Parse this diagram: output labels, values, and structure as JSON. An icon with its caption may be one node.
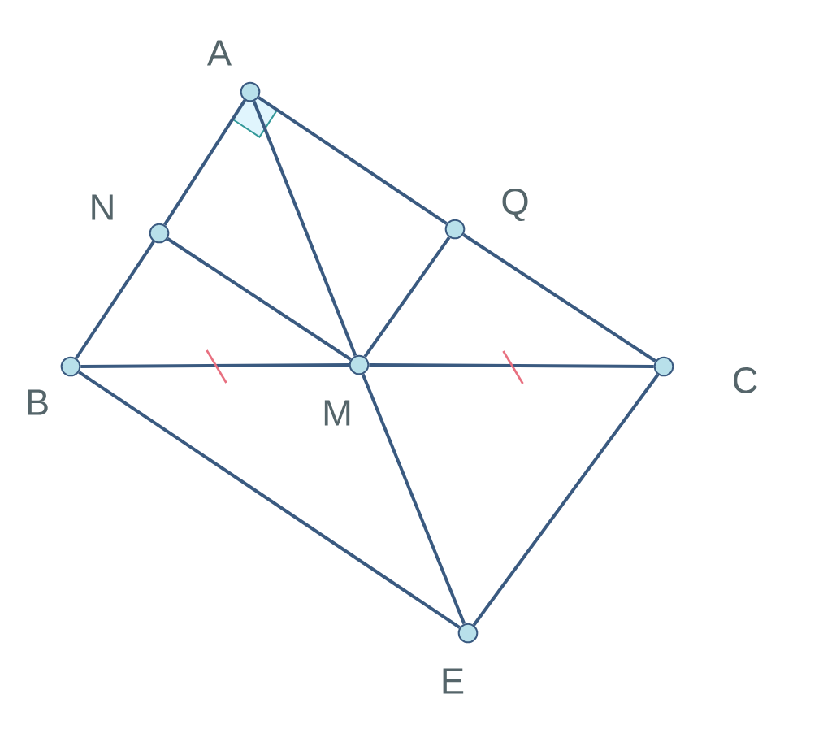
{
  "diagram": {
    "nodes": [
      {
        "text": [],
        "shape": "circle",
        "beside": [
          "A"
        ]
      },
      {
        "text": [],
        "shape": "circle",
        "beside": [
          "N"
        ]
      },
      {
        "text": [],
        "shape": "circle",
        "beside": [
          "Q"
        ]
      },
      {
        "text": [],
        "shape": "circle",
        "beside": [
          "B"
        ]
      },
      {
        "text": [],
        "shape": "circle",
        "beside": [
          "M"
        ]
      },
      {
        "text": [],
        "shape": "circle",
        "beside": [
          "C"
        ]
      },
      {
        "text": [],
        "shape": "circle",
        "beside": [
          "E"
        ]
      }
    ],
    "edges": [
      {
        "from": 0,
        "to": 1,
        "arrow": "none"
      },
      {
        "from": 1,
        "to": 3,
        "arrow": "none"
      },
      {
        "from": 0,
        "to": 2,
        "arrow": "none"
      },
      {
        "from": 2,
        "to": 5,
        "arrow": "none"
      },
      {
        "from": 0,
        "to": 4,
        "arrow": "none"
      },
      {
        "from": 1,
        "to": 4,
        "arrow": "none"
      },
      {
        "from": 2,
        "to": 4,
        "arrow": "none"
      },
      {
        "from": 3,
        "to": 4,
        "arrow": "none"
      },
      {
        "from": 4,
        "to": 5,
        "arrow": "none"
      },
      {
        "from": 3,
        "to": 6,
        "arrow": "none"
      },
      {
        "from": 4,
        "to": 6,
        "arrow": "none"
      },
      {
        "from": 5,
        "to": 6,
        "arrow": "none"
      }
    ]
  }
}
